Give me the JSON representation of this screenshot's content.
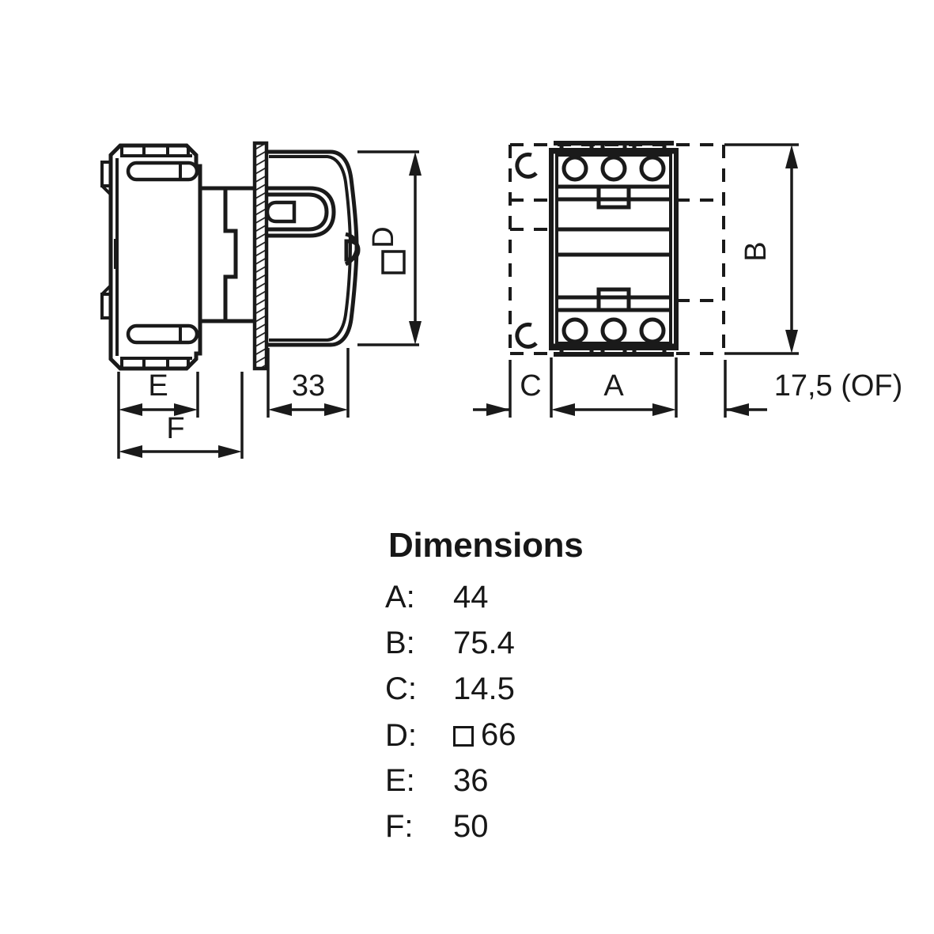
{
  "drawing": {
    "views": {
      "side_view": {
        "name": "side-view",
        "labels": {
          "E": "E",
          "F": "F",
          "depth_front": "33",
          "D": "D"
        },
        "d_prefix_symbol": "square"
      },
      "front_view": {
        "name": "front-view",
        "labels": {
          "C": "C",
          "A": "A",
          "B": "B",
          "of": "17,5 (OF)"
        },
        "terminal_count_top": 3,
        "terminal_count_bottom": 3
      }
    },
    "colors": {
      "line": "#1a1a1a",
      "background": "#ffffff",
      "text": "#171717"
    }
  },
  "dimensions": {
    "title": "Dimensions",
    "rows": [
      {
        "key": "A:",
        "value": "44",
        "symbol": ""
      },
      {
        "key": "B:",
        "value": "75.4",
        "symbol": ""
      },
      {
        "key": "C:",
        "value": "14.5",
        "symbol": ""
      },
      {
        "key": "D:",
        "value": "66",
        "symbol": "square"
      },
      {
        "key": "E:",
        "value": "36",
        "symbol": ""
      },
      {
        "key": "F:",
        "value": "50",
        "symbol": ""
      }
    ]
  }
}
